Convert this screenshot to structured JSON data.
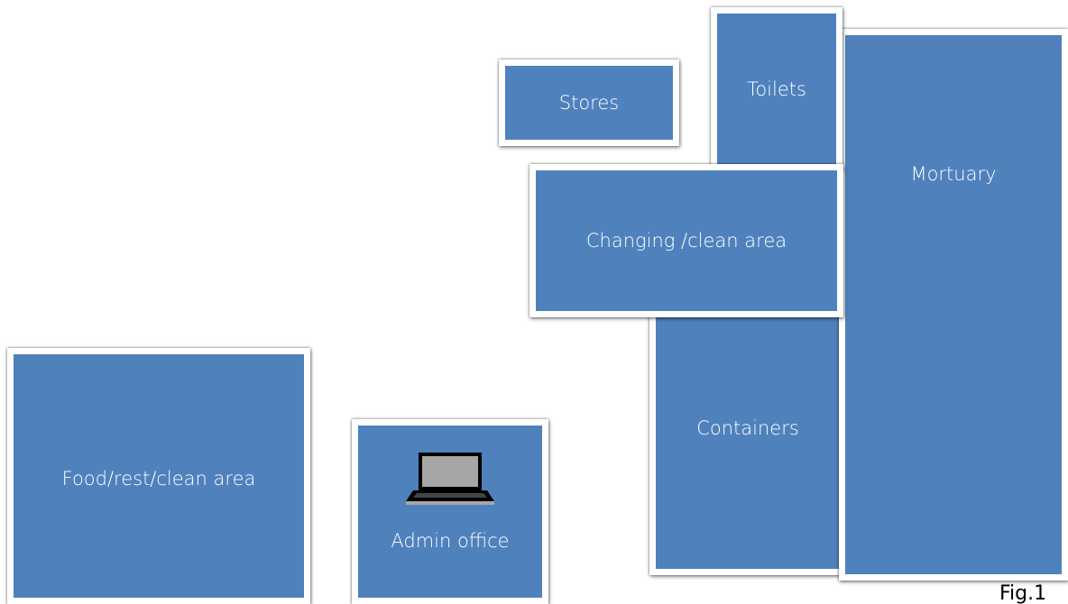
{
  "diagram": {
    "rooms": {
      "containers": "Containers",
      "mortuary": "Mortuary",
      "toilets": "Toilets",
      "stores": "Stores",
      "changing": "Changing /clean area",
      "food": "Food/rest/clean area",
      "admin": "Admin office"
    },
    "icons": {
      "admin": "laptop-icon"
    },
    "figure_label": "Fig.1",
    "colors": {
      "room_fill": "#4f81bd",
      "room_border": "#ffffff",
      "text": "#ffffff"
    }
  }
}
